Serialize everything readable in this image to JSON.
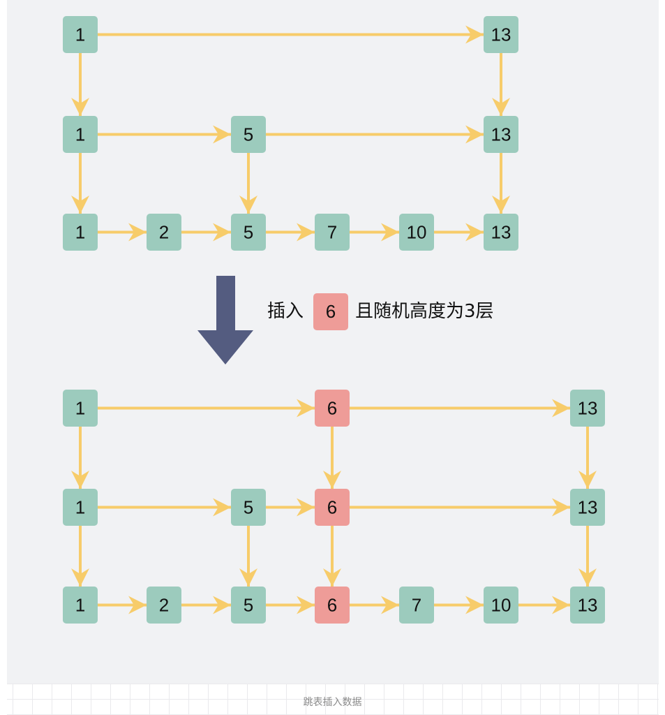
{
  "colors": {
    "node_fill": "#9ccbbd",
    "new_node_fill": "#ee9c98",
    "arrow": "#f7cc6a",
    "big_arrow": "#545c80",
    "canvas_bg": "#f1f2f4"
  },
  "before": {
    "levels": [
      {
        "nodes": [
          "1",
          "13"
        ]
      },
      {
        "nodes": [
          "1",
          "5",
          "13"
        ]
      },
      {
        "nodes": [
          "1",
          "2",
          "5",
          "7",
          "10",
          "13"
        ]
      }
    ]
  },
  "insert_label": {
    "prefix": "插入",
    "value": "6",
    "suffix": "且随机高度为3层"
  },
  "after": {
    "levels": [
      {
        "nodes": [
          "1",
          "6",
          "13"
        ]
      },
      {
        "nodes": [
          "1",
          "5",
          "6",
          "13"
        ]
      },
      {
        "nodes": [
          "1",
          "2",
          "5",
          "6",
          "7",
          "10",
          "13"
        ]
      }
    ],
    "new_node": "6"
  },
  "caption": "跳表插入数据"
}
